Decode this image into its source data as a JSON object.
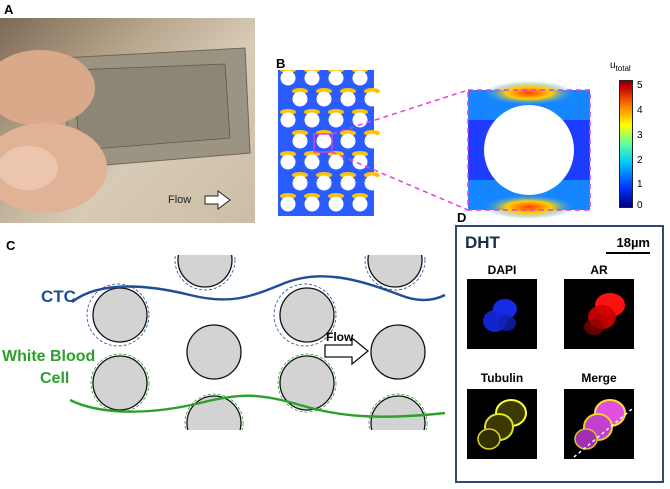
{
  "panels": {
    "a": {
      "letter": "A",
      "flow_label": "Flow"
    },
    "b": {
      "letter": "B",
      "colorbar_label_main": "u",
      "colorbar_label_sub": "total",
      "colorbar_ticks": [
        "5",
        "4",
        "3",
        "2",
        "1",
        "0"
      ],
      "colorbar_range": [
        0,
        5
      ]
    },
    "c": {
      "letter": "C",
      "ctc_label": "CTC",
      "wbc_label_line1": "White Blood",
      "wbc_label_line2": "Cell",
      "flow_label": "Flow"
    },
    "d": {
      "letter": "D",
      "condition": "DHT",
      "scale_label": "18µm",
      "channels": [
        "DAPI",
        "AR",
        "Tubulin",
        "Merge"
      ]
    }
  },
  "colors": {
    "ctc_path": "#1f4e96",
    "wbc_path": "#2ca02c",
    "post_fill": "#d3d3d3",
    "frame": "#2d4a73",
    "magenta": "#e040e0"
  }
}
